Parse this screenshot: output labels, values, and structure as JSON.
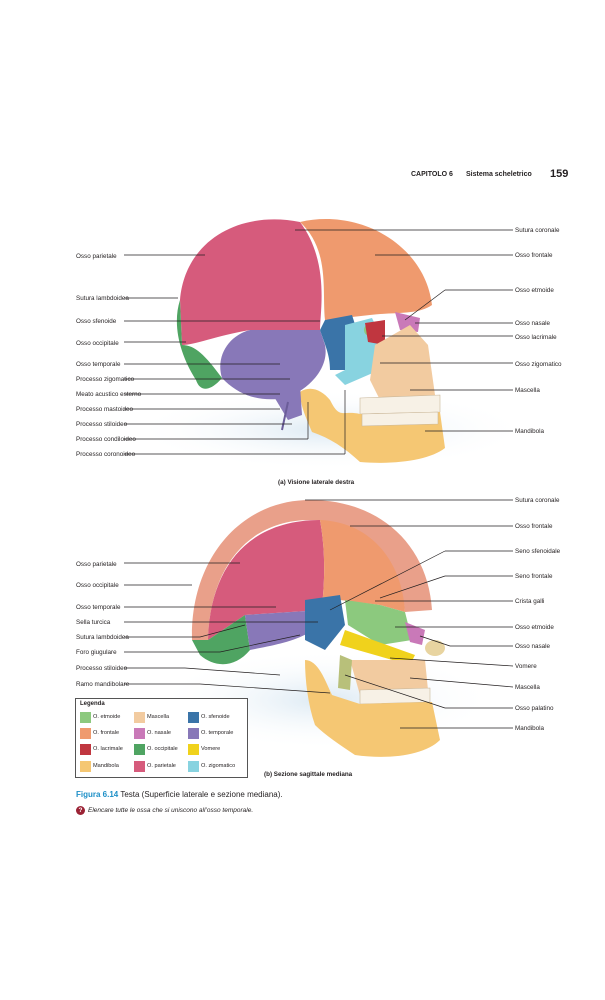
{
  "header": {
    "chapter": "CAPITOLO 6",
    "section": "Sistema scheletrico",
    "page": "159"
  },
  "view_a": {
    "subtitle": "(a) Visione laterale destra",
    "left_labels": [
      "Osso parietale",
      "Sutura lambdoidea",
      "Osso sfenoide",
      "Osso occipitale",
      "Osso temporale",
      "Processo zigomatico",
      "Meato acustico esterno",
      "Processo mastoideo",
      "Processo stiloideo",
      "Processo condiloideo",
      "Processo coronoideo"
    ],
    "right_labels": [
      "Sutura coronale",
      "Osso frontale",
      "Osso etmoide",
      "Osso nasale",
      "Osso lacrimale",
      "Osso zigomatico",
      "Mascella",
      "Mandibola"
    ]
  },
  "view_b": {
    "subtitle": "(b) Sezione sagittale mediana",
    "left_labels": [
      "Osso parietale",
      "Osso occipitale",
      "Osso temporale",
      "Sella turcica",
      "Sutura lambdoidea",
      "Foro giugulare",
      "Processo stiloideo",
      "Ramo mandibolare"
    ],
    "right_labels": [
      "Sutura coronale",
      "Osso frontale",
      "Seno sfenoidale",
      "Seno frontale",
      "Crista galli",
      "Osso etmoide",
      "Osso nasale",
      "Vomere",
      "Mascella",
      "Osso palatino",
      "Mandibola"
    ]
  },
  "legend": {
    "title": "Legenda",
    "items": [
      {
        "label": "O. etmoide",
        "color": "#8cc97e"
      },
      {
        "label": "Mascella",
        "color": "#f2cba0"
      },
      {
        "label": "O. sfenoide",
        "color": "#3a74a8"
      },
      {
        "label": "O. frontale",
        "color": "#ef9a6e"
      },
      {
        "label": "O. nasale",
        "color": "#c979b8"
      },
      {
        "label": "O. temporale",
        "color": "#8878b8"
      },
      {
        "label": "O. lacrimale",
        "color": "#c0363f"
      },
      {
        "label": "O. occipitale",
        "color": "#4fa462"
      },
      {
        "label": "Vomere",
        "color": "#f0d21c"
      },
      {
        "label": "Mandibola",
        "color": "#f5c773"
      },
      {
        "label": "O. parietale",
        "color": "#d65b7c"
      },
      {
        "label": "O. zigomatico",
        "color": "#88d3e0"
      }
    ]
  },
  "caption": {
    "figure": "Figura 6.14",
    "text": " Testa (Superficie laterale e sezione mediana)."
  },
  "question": {
    "icon": "?",
    "text": "Elencare tutte le ossa che si uniscono all’osso temporale."
  }
}
